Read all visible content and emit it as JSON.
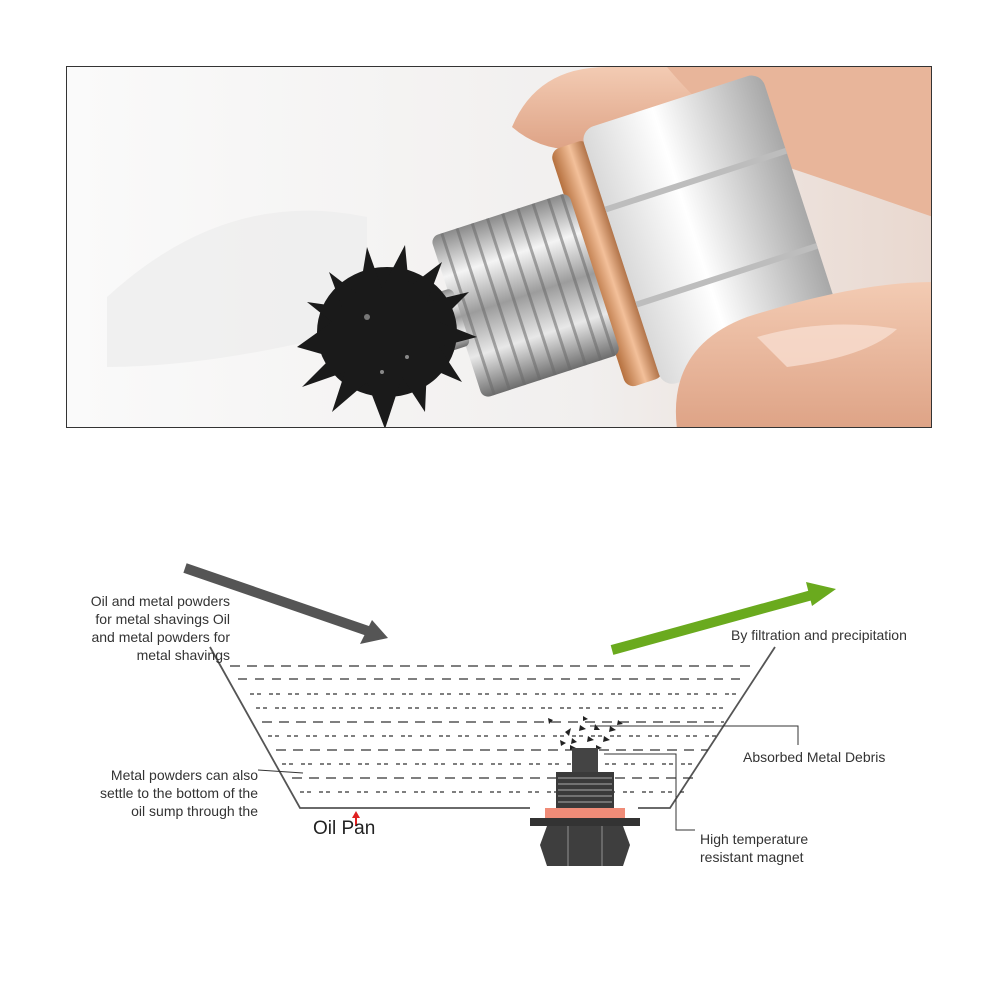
{
  "photo": {
    "subject_icon": "magnetic-drain-plug-with-metal-shavings"
  },
  "diagram": {
    "labels": {
      "oil_inflow_line1": "Oil and metal powders",
      "oil_inflow_line2": "for metal shavings Oil",
      "oil_inflow_line3": "and metal powders for",
      "oil_inflow_line4": "metal shavings",
      "filtration": "By filtration and precipitation",
      "absorbed_debris": "Absorbed Metal Debris",
      "settle_line1": "Metal powders can also",
      "settle_line2": "settle to the bottom of the",
      "settle_line3": "oil sump through the",
      "oil_pan": "Oil Pan",
      "magnet_line1": "High temperature",
      "magnet_line2": "resistant magnet"
    },
    "colors": {
      "inflow_arrow": "#555555",
      "outflow_arrow": "#6aaa1e",
      "oil_pan_marker": "#e02020",
      "washer": "#f08c78"
    }
  }
}
